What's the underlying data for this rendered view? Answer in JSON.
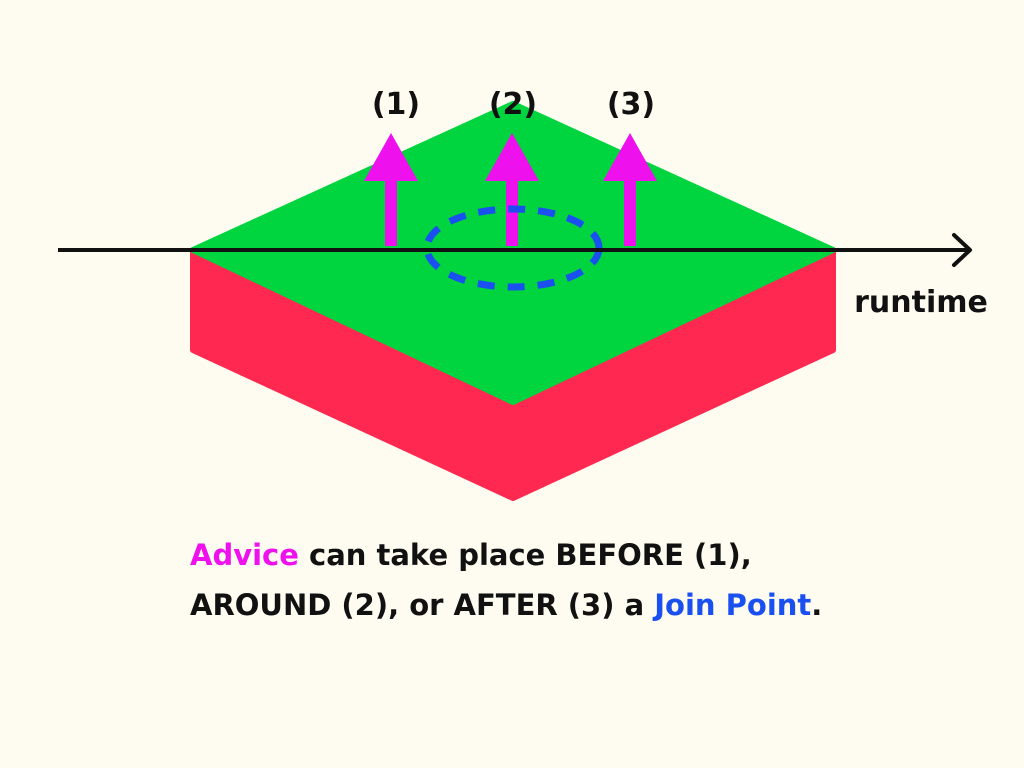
{
  "diagram": {
    "labels": {
      "before": "(1)",
      "around": "(2)",
      "after": "(3)",
      "axis": "runtime"
    },
    "colors": {
      "background": "#fefcf0",
      "top_face": "#00d43f",
      "side_face": "#ff2850",
      "arrow": "#ee11ee",
      "join_point": "#1a4ff0",
      "axis": "#111111"
    }
  },
  "caption": {
    "line1_highlight": "Advice",
    "line1_rest": " can take place BEFORE (1),",
    "line2_start": "AROUND (2), or AFTER (3) a ",
    "line2_highlight": "Join Point",
    "line2_end": "."
  }
}
